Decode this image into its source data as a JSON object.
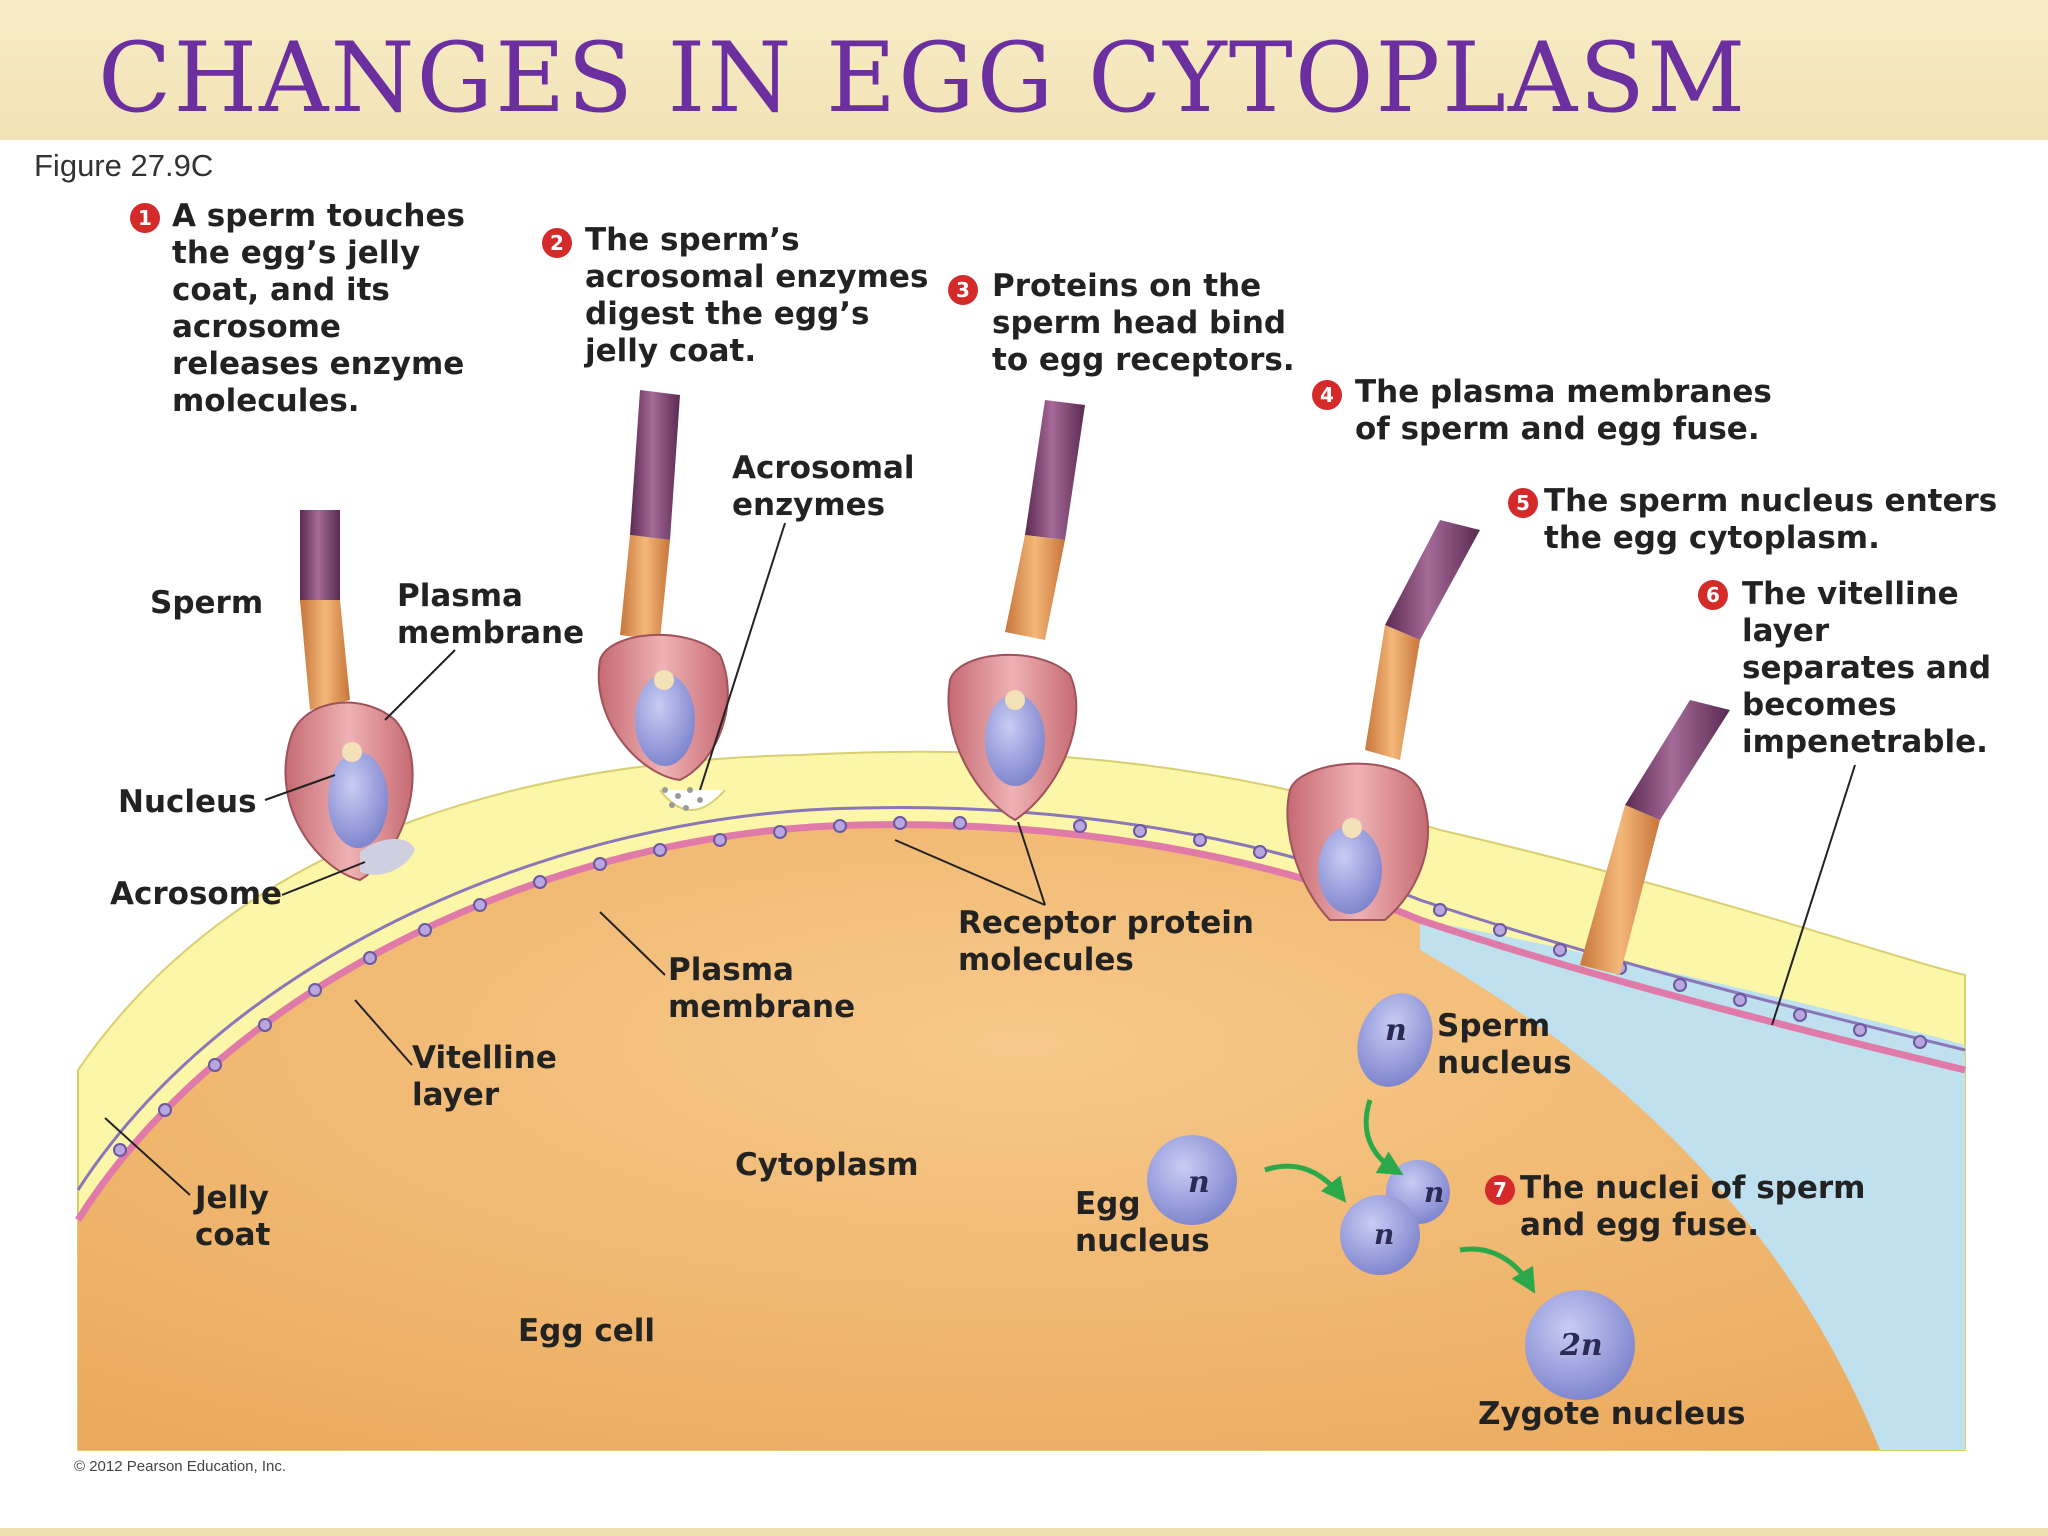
{
  "title": "CHANGES IN EGG CYTOPLASM",
  "figure_label": "Figure 27.9C",
  "copyright": "© 2012 Pearson Education, Inc.",
  "steps": [
    {
      "num": "1",
      "text": "A sperm touches the egg’s jelly coat, and its acrosome releases enzyme molecules."
    },
    {
      "num": "2",
      "text": "The sperm’s acrosomal enzymes digest the egg’s jelly coat."
    },
    {
      "num": "3",
      "text": "Proteins on the sperm head bind to egg receptors."
    },
    {
      "num": "4",
      "text": "The plasma membranes of sperm and egg fuse."
    },
    {
      "num": "5",
      "text": "The sperm nucleus enters the egg cytoplasm."
    },
    {
      "num": "6",
      "text": "The vitelline layer separates and becomes impenetrable."
    },
    {
      "num": "7",
      "text": "The nuclei of sperm and egg fuse."
    }
  ],
  "labels": {
    "sperm": "Sperm",
    "plasma_membrane_sperm": "Plasma membrane",
    "nucleus": "Nucleus",
    "acrosome": "Acrosome",
    "acrosomal_enzymes": "Acrosomal enzymes",
    "receptor_protein": "Receptor protein molecules",
    "plasma_membrane_egg": "Plasma membrane",
    "vitelline_layer": "Vitelline layer",
    "jelly_coat": "Jelly coat",
    "cytoplasm": "Cytoplasm",
    "egg_cell": "Egg cell",
    "egg_nucleus": "Egg nucleus",
    "sperm_nucleus": "Sperm nucleus",
    "zygote_nucleus": "Zygote nucleus"
  },
  "nucleus_symbols": {
    "haploid": "n",
    "diploid": "2n"
  },
  "colors": {
    "title": "#6b2fa0",
    "cytoplasm": "#f2b870",
    "jelly_coat": "#fbf6a8",
    "plasma_membrane": "#e07aa8",
    "vitelline_space": "#bfe0ee",
    "sperm_head": "#d9888e",
    "nucleus": "#9aa0e0",
    "midpiece": "#e8a060",
    "tail": "#7a3a6a",
    "arrow": "#2aa84a",
    "badge": "#d42a2a"
  }
}
